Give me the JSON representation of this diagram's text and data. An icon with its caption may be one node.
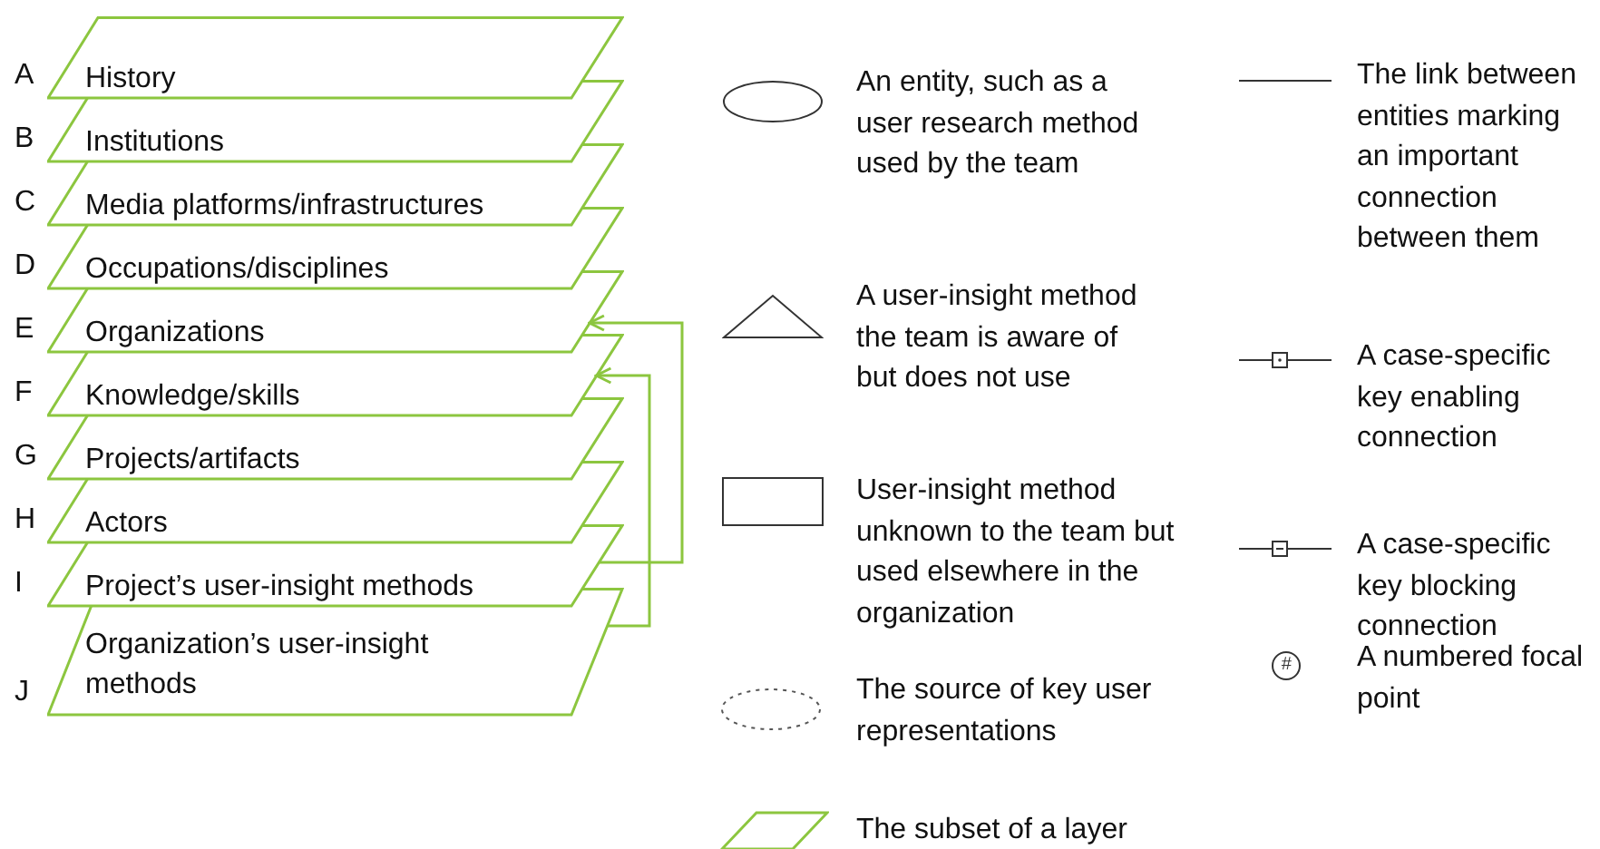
{
  "diagram": {
    "nodes": [
      {
        "text": [
          "History"
        ],
        "beside": [
          "A"
        ]
      },
      {
        "text": [
          "Institutions"
        ],
        "beside": [
          "B"
        ]
      },
      {
        "text": [
          "Media platforms/infrastructures"
        ],
        "beside": [
          "C"
        ]
      },
      {
        "text": [
          "Occupations/disciplines"
        ],
        "beside": [
          "D"
        ]
      },
      {
        "text": [
          "Organizations"
        ],
        "beside": [
          "E"
        ]
      },
      {
        "text": [
          "Knowledge/skills"
        ],
        "beside": [
          "F"
        ]
      },
      {
        "text": [
          "Projects/artifacts"
        ],
        "beside": [
          "G"
        ]
      },
      {
        "text": [
          "Actors"
        ],
        "beside": [
          "H"
        ]
      },
      {
        "text": [
          "Project’s user-insight methods"
        ],
        "beside": [
          "I"
        ]
      },
      {
        "text": [
          "Organization’s user-insight methods"
        ],
        "beside": [
          "J"
        ]
      }
    ],
    "edges": [
      {
        "from": 8,
        "to": 4,
        "arrow": "to"
      },
      {
        "from": 9,
        "to": 5,
        "arrow": "to"
      }
    ],
    "labels": [
      "#"
    ],
    "legend": [
      {
        "text": "An entity, such as a user research method used by the team"
      },
      {
        "text": "A user-insight method the team is aware of but does not use"
      },
      {
        "text": "User-insight method unknown to the team but used elsewhere in the organization"
      },
      {
        "text": "The source of key user representations"
      },
      {
        "text": "The subset of a layer"
      },
      {
        "text": "The link between entities marking an important connection between them"
      },
      {
        "text": "A case-specific key enabling connection"
      },
      {
        "text": "A case-specific key blocking connection"
      },
      {
        "text": "A numbered focal point"
      }
    ]
  }
}
